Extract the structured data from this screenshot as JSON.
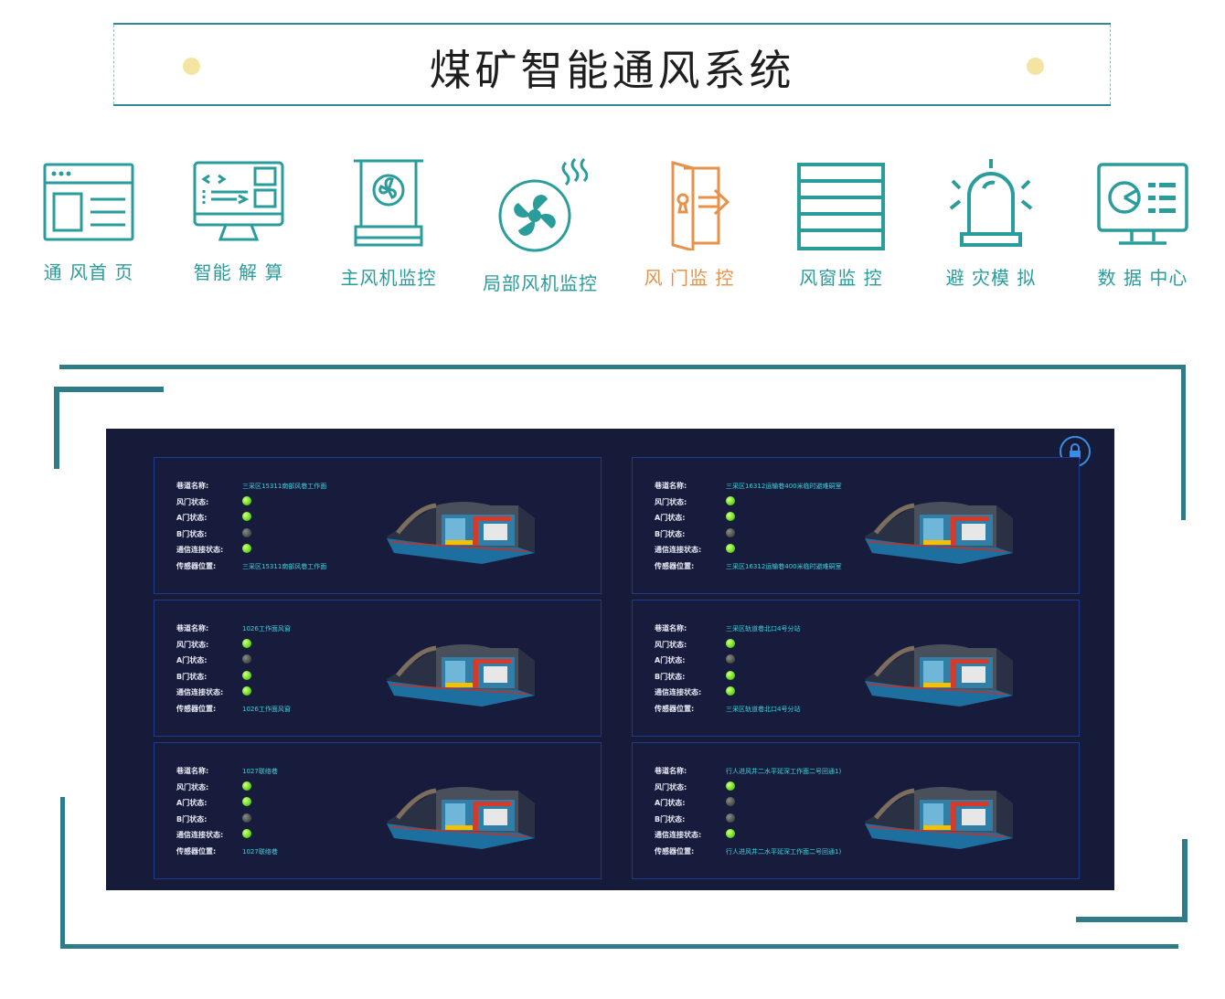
{
  "title": "煤矿智能通风系统",
  "colors": {
    "teal": "#2a9c9c",
    "active": "#e8914a",
    "frame": "#2e7c87",
    "panel_bg": "#171b3a",
    "value_text": "#35d6e0"
  },
  "nav": [
    {
      "label": "通 风首 页",
      "icon": "browser-window-icon"
    },
    {
      "label": "智能 解 算",
      "icon": "monitor-code-icon"
    },
    {
      "label": "主风机监控",
      "icon": "main-fan-icon"
    },
    {
      "label": "局部风机监控",
      "icon": "local-fan-icon"
    },
    {
      "label": "风 门监 控",
      "icon": "door-icon",
      "active": true
    },
    {
      "label": "风窗监 控",
      "icon": "air-window-icon"
    },
    {
      "label": "避 灾模 拟",
      "icon": "alarm-light-icon"
    },
    {
      "label": "数 据 中心",
      "icon": "data-center-icon"
    }
  ],
  "field_labels": {
    "name": "巷道名称:",
    "door": "风门状态:",
    "a_door": "A门状态:",
    "b_door": "B门状态:",
    "comm": "通信连接状态:",
    "sensor": "传感器位置:"
  },
  "cards": [
    {
      "name": "三采区15311南部风巷工作面",
      "sensor": "三采区15311南部风巷工作面",
      "door": true,
      "a_door": true,
      "b_door": false,
      "comm": true
    },
    {
      "name": "三采区16312运输巷400米临时避难硐室",
      "sensor": "三采区16312运输巷400米临时避难硐室",
      "door": true,
      "a_door": true,
      "b_door": false,
      "comm": true
    },
    {
      "name": "1026工作面风窗",
      "sensor": "1026工作面风窗",
      "door": true,
      "a_door": false,
      "b_door": true,
      "comm": true
    },
    {
      "name": "三采区轨道巷北口4号分站",
      "sensor": "三采区轨道巷北口4号分站",
      "door": true,
      "a_door": false,
      "b_door": true,
      "comm": true
    },
    {
      "name": "1027联络巷",
      "sensor": "1027联络巷",
      "door": true,
      "a_door": true,
      "b_door": false,
      "comm": true
    },
    {
      "name": "行人进风井二水平延深工作面二号回通1)",
      "sensor": "行人进风井二水平延深工作面二号回通1)",
      "door": true,
      "a_door": false,
      "b_door": false,
      "comm": true
    }
  ]
}
